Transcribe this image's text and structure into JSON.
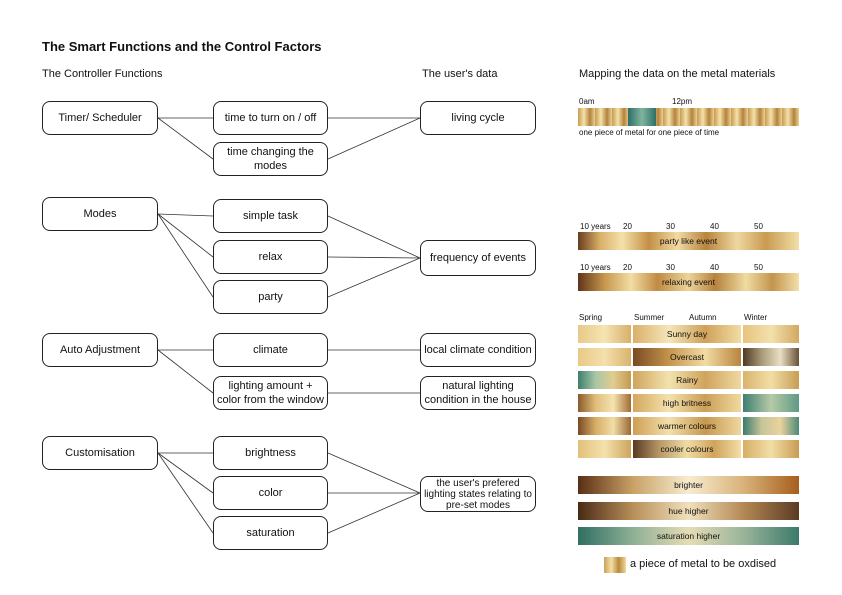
{
  "title": "The Smart Functions and the Control Factors",
  "headers": {
    "controller": "The Controller Functions",
    "user": "The user's data",
    "mapping": "Mapping the data on the metal materials"
  },
  "functions": {
    "timer": "Timer/ Scheduler",
    "modes": "Modes",
    "auto": "Auto Adjustment",
    "custom": "Customisation"
  },
  "subs": {
    "turn": "time to turn on / off",
    "changing": "time changing the modes",
    "simple": "simple task",
    "relax": "relax",
    "party": "party",
    "climate": "climate",
    "lighting": "lighting amount + color from the window",
    "brightness": "brightness",
    "color": "color",
    "saturation": "saturation"
  },
  "userdata": {
    "living": "living cycle",
    "frequency": "frequency of events",
    "local": "local climate condition",
    "natural": "natural lighting condition in the house",
    "prefered": "the user's prefered lighting states relating to pre-set modes"
  },
  "timeline": {
    "am": "0am",
    "pm": "12pm",
    "caption": "one piece of metal for one piece of time"
  },
  "ages": [
    "10 years",
    "20",
    "30",
    "40",
    "50"
  ],
  "party_label": "party like event",
  "relaxing_label": "relaxing event",
  "seasons": [
    "Spring",
    "Summer",
    "Autumn",
    "Winter"
  ],
  "weather": [
    "Sunny day",
    "Overcast",
    "Rainy",
    "high britness",
    "warmer colours",
    "cooler colours"
  ],
  "adjust": [
    "brighter",
    "hue higher",
    "saturation higher"
  ],
  "legend": "a piece of metal to be oxdised",
  "colors": {
    "gold": "#d4a85a",
    "pale_gold": "#f3e0ad",
    "brown": "#7a4a24",
    "teal": "#3e8a78",
    "line": "#333333"
  }
}
